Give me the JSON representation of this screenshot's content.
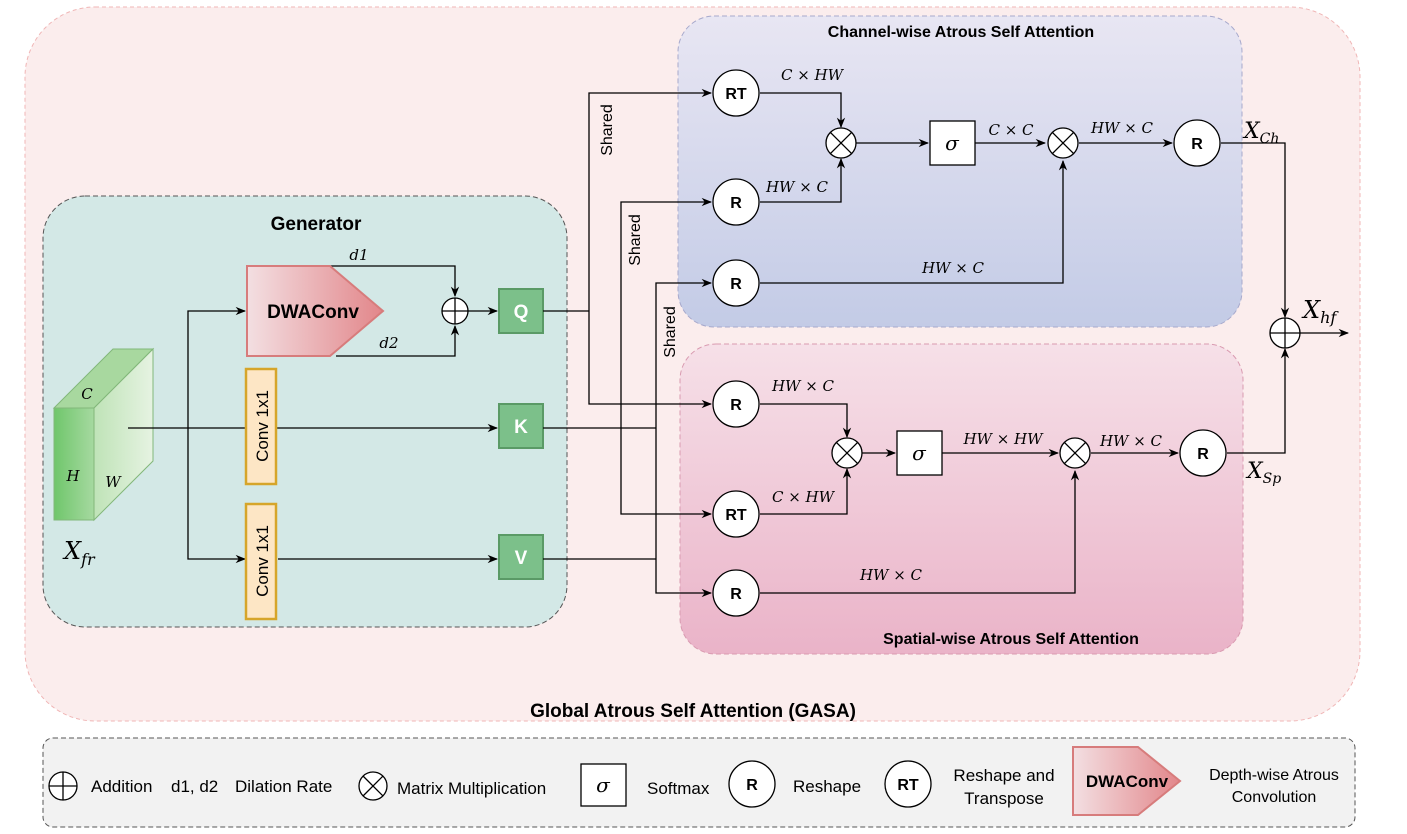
{
  "title": "Global Atrous Self Attention (GASA)",
  "generator": {
    "title": "Generator",
    "dwaconv": "DWAConv",
    "conv1": "Conv 1x1",
    "conv2": "Conv 1x1",
    "q": "Q",
    "k": "K",
    "v": "V",
    "d1": "d1",
    "d2": "d2",
    "input": {
      "main": "X",
      "sub": "fr"
    },
    "cube": {
      "c": "C",
      "h": "H",
      "w": "W"
    }
  },
  "channel": {
    "title": "Channel-wise Atrous Self Attention",
    "rt": "RT",
    "r1": "R",
    "r2": "R",
    "r_out": "R",
    "sigma": "σ",
    "l_c_hw": "C × HW",
    "l_hw_c_1": "HW × C",
    "l_c_c": "C × C",
    "l_hw_c_2": "HW × C",
    "l_hw_c_3": "HW × C",
    "out": {
      "main": "X",
      "sub": "Ch"
    }
  },
  "spatial": {
    "title": "Spatial-wise Atrous Self Attention",
    "r1": "R",
    "rt": "RT",
    "r2": "R",
    "r_out": "R",
    "sigma": "σ",
    "l_hw_c_1": "HW × C",
    "l_c_hw": "C × HW",
    "l_hw_hw": "HW × HW",
    "l_hw_c_2": "HW × C",
    "l_hw_c_3": "HW × C",
    "out": {
      "main": "X",
      "sub": "Sp"
    }
  },
  "shared": [
    "Shared",
    "Shared",
    "Shared"
  ],
  "output": {
    "main": "X",
    "sub": "hf"
  },
  "legend": {
    "addition": "Addition",
    "d1d2": "d1, d2",
    "dilation": "Dilation Rate",
    "matmul": "Matrix Multiplication",
    "sigma": "σ",
    "softmax": "Softmax",
    "r": "R",
    "reshape": "Reshape",
    "rt": "RT",
    "reshape_transpose_1": "Reshape and",
    "reshape_transpose_2": "Transpose",
    "dwaconv": "DWAConv",
    "dwaconv_desc_1": "Depth-wise Atrous",
    "dwaconv_desc_2": "Convolution"
  },
  "colors": {
    "gasa_bg": "#fbecec",
    "generator_bg": "#d3e8e6",
    "channel_top": "#e6e4f2",
    "channel_bottom": "#c5cde7",
    "spatial_top": "#f4dbe3",
    "spatial_bottom": "#ebb5c9",
    "green": "#80c088",
    "conv_border": "#d6a52a",
    "conv_fill": "#fde6c5",
    "dwa_border": "#d77c7c"
  }
}
